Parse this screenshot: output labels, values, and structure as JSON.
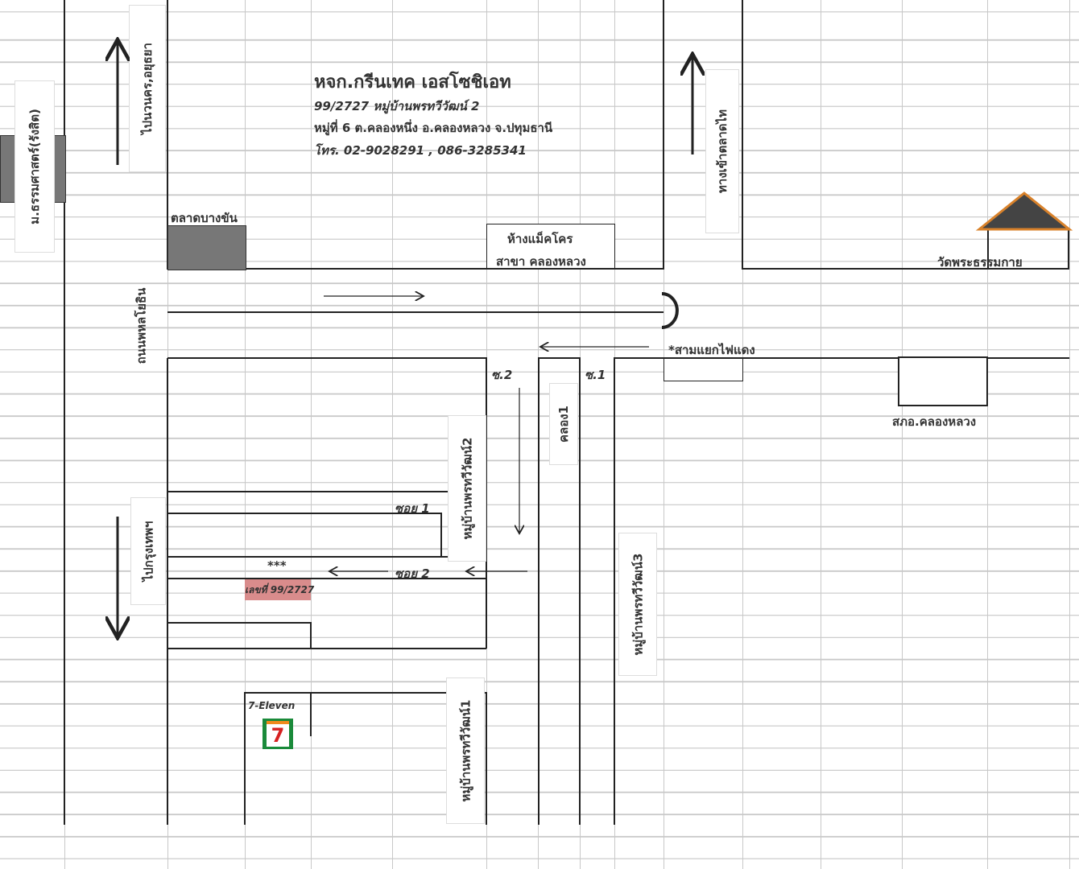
{
  "company": {
    "name": "หจก.กรีนเทค เอสโซชิเอท",
    "address1": "99/2727 หมู่บ้านพรทวีวัฒน์ 2",
    "address2": "หมู่ที่ 6 ต.คลองหนึ่ง อ.คลองหลวง จ.ปทุมธานี",
    "phone": "โทร. 02-9028291 , 086-3285341"
  },
  "labels": {
    "university": "ม.ธรรมศาสตร์(รังสิต)",
    "to_navanakorn": "ไปนวนคร,อยุธยา",
    "market": "ตลาดบางขัน",
    "makro_1": "ห้างแม็คโคร",
    "makro_2": "สาขา คลองหลวง",
    "talaad_thai": "ทางเข้าตลาดไท",
    "temple": "วัดพระธรรมกาย",
    "road": "ถนนพหลโยธิน",
    "intersection": "*สามแยกไฟแดง",
    "soi_c2": "ซ.2",
    "soi_c1": "ซ.1",
    "canal": "คลอง1",
    "police": "สภอ.คลองหลวง",
    "village2": "หมู่บ้านพรทวีวัฒน์2",
    "soi1": "ซอย 1",
    "soi2": "ซอย 2",
    "stars": "***",
    "house_no": "เลขที่ 99/2727",
    "to_bangkok": "ไปกรุงเทพฯ",
    "village3": "หมู่บ้านพรทวีวัฒน์3",
    "seven": "7-Eleven",
    "village1": "หมู่บ้านพรทวีวัฒน์1"
  },
  "colors": {
    "house": "#d98c8c",
    "temple_roof": "#444",
    "temple_outline": "#d9822b",
    "seven_green": "#1a8a3a",
    "seven_red": "#d62020",
    "seven_orange": "#f08a1c"
  }
}
